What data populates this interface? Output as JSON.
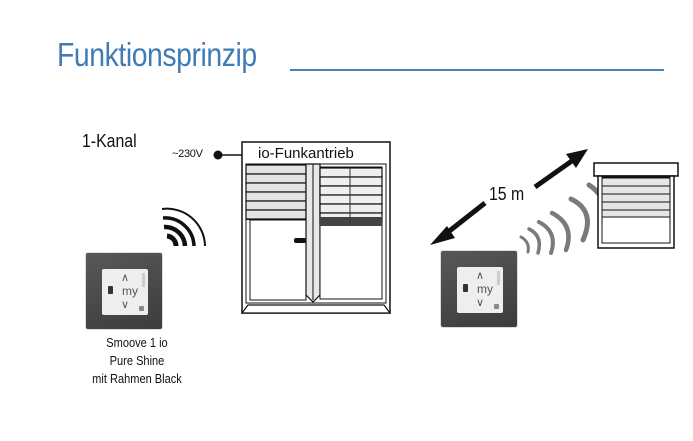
{
  "title": "Funktionsprinzip",
  "colors": {
    "accent": "#3f7cb4",
    "frame": "#4a4847",
    "signal_dark": "#111111",
    "signal_grey": "#777777"
  },
  "left_group": {
    "channel_label": "1-Kanal",
    "voltage_label": "~230V",
    "motor_label": "io-Funkantrieb",
    "remote": {
      "up_icon": "chevron-up-icon",
      "down_icon": "chevron-down-icon",
      "up": "^",
      "down": "v",
      "my": "my"
    },
    "caption": [
      "Smoove 1 io",
      "Pure Shine",
      "mit Rahmen Black"
    ]
  },
  "right_group": {
    "distance_label": "15 m",
    "remote": {
      "up": "^",
      "down": "v",
      "my": "my"
    }
  }
}
